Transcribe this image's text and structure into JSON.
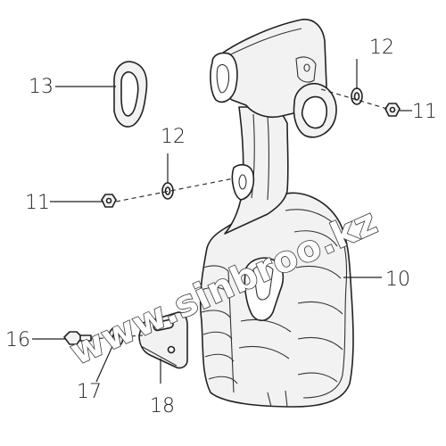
{
  "watermark": "www.sinbroo.kz",
  "callouts": {
    "c10": "10",
    "c11a": "11",
    "c11b": "11",
    "c12a": "12",
    "c12b": "12",
    "c13": "13",
    "c16": "16",
    "c17": "17",
    "c18": "18"
  }
}
